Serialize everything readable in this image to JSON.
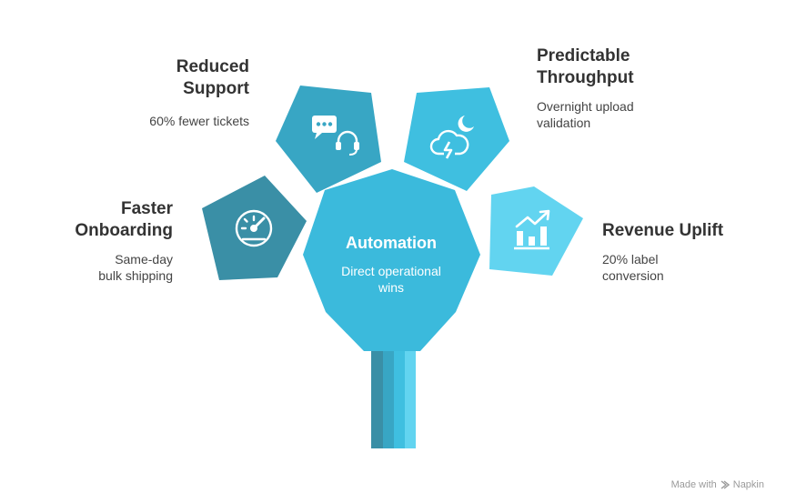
{
  "center": {
    "title": "Automation",
    "subtitle": "Direct operational wins",
    "color": "#3bbadc"
  },
  "petals": [
    {
      "id": "faster-onboarding",
      "title": "Faster Onboarding",
      "description": "Same-day bulk shipping",
      "icon": "speedometer-icon",
      "color": "#3a8fa6"
    },
    {
      "id": "reduced-support",
      "title": "Reduced Support",
      "description": "60% fewer tickets",
      "icon": "support-chat-icon",
      "color": "#38a6c4"
    },
    {
      "id": "predictable-throughput",
      "title": "Predictable Throughput",
      "description": "Overnight upload validation",
      "icon": "cloud-night-icon",
      "color": "#3fbfe0"
    },
    {
      "id": "revenue-uplift",
      "title": "Revenue Uplift",
      "description": "20% label conversion",
      "icon": "growth-chart-icon",
      "color": "#62d4f0"
    }
  ],
  "stem_colors": [
    "#3a8fa6",
    "#38a6c4",
    "#3fbfe0",
    "#62d4f0"
  ],
  "footer": {
    "made_with": "Made with",
    "brand": "Napkin"
  }
}
